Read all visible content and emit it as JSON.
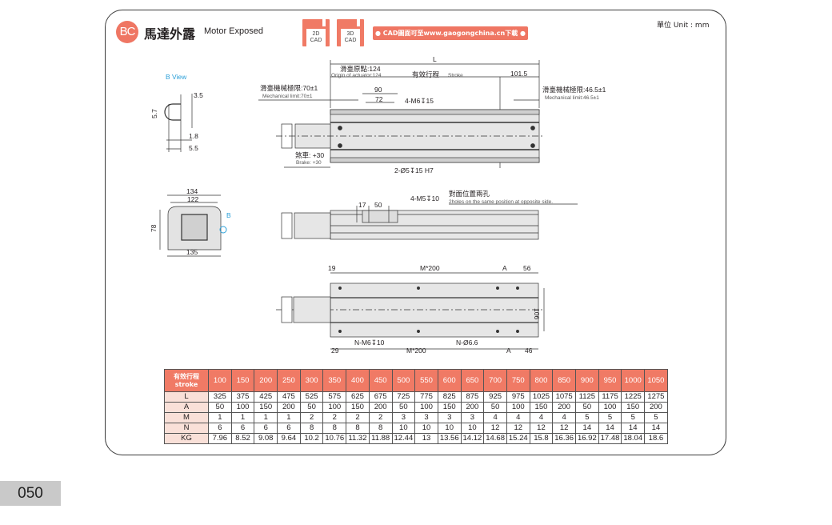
{
  "header": {
    "badge": "BC",
    "title_zh": "馬達外露",
    "title_en": "Motor Exposed",
    "unit": "單位 Unit : mm",
    "cad_2d": [
      "2D",
      "CAD"
    ],
    "cad_3d": [
      "3D",
      "CAD"
    ],
    "cad_link": "● CAD圖面可至www.gaogongchina.cn下載 ●"
  },
  "drawing": {
    "b_view": "B  View",
    "bview_dims": {
      "d35": "3.5",
      "d57": "5.7",
      "d18": "1.8",
      "d55": "5.5"
    },
    "end_view": {
      "d134": "134",
      "d122": "122",
      "d78": "78",
      "d135": "135",
      "b": "B"
    },
    "top": {
      "L": "L",
      "origin_zh": "滑臺原點:124",
      "origin_en": "Origin of actuator:124",
      "stroke_zh": "有效行程",
      "stroke_en": "Stroke",
      "d1015": "101.5",
      "mech_left_zh": "滑臺機械極限:70±1",
      "mech_left_en": "Mechanical limit:70±1",
      "mech_right_zh": "滑臺機械極限:46.5±1",
      "mech_right_en": "Mechanical limit:46.5±1",
      "d90": "90",
      "d72": "72",
      "m6": "4-M6↧15",
      "brake_zh": "煞車: +30",
      "brake_en": "Brake: +30",
      "pin": "2-Ø5↧15 H7"
    },
    "side": {
      "d17": "17",
      "d50": "50",
      "m5": "4-M5↧10",
      "opp_zh": "對面位置兩孔",
      "opp_en": "2holes on the same position at opposite side."
    },
    "bottom": {
      "d19": "19",
      "m200_top": "M*200",
      "a_top": "A",
      "d56": "56",
      "d106": "106",
      "nm6": "N-M6↧10",
      "n66": "N-Ø6.6",
      "d29": "29",
      "m200_bot": "M*200",
      "a_bot": "A",
      "d46": "46"
    }
  },
  "spec_table": {
    "header_zh": "有效行程",
    "header_en": "stroke",
    "strokes": [
      "100",
      "150",
      "200",
      "250",
      "300",
      "350",
      "400",
      "450",
      "500",
      "550",
      "600",
      "650",
      "700",
      "750",
      "800",
      "850",
      "900",
      "950",
      "1000",
      "1050"
    ],
    "rows": [
      {
        "label": "L",
        "values": [
          "325",
          "375",
          "425",
          "475",
          "525",
          "575",
          "625",
          "675",
          "725",
          "775",
          "825",
          "875",
          "925",
          "975",
          "1025",
          "1075",
          "1125",
          "1175",
          "1225",
          "1275"
        ]
      },
      {
        "label": "A",
        "values": [
          "50",
          "100",
          "150",
          "200",
          "50",
          "100",
          "150",
          "200",
          "50",
          "100",
          "150",
          "200",
          "50",
          "100",
          "150",
          "200",
          "50",
          "100",
          "150",
          "200"
        ]
      },
      {
        "label": "M",
        "values": [
          "1",
          "1",
          "1",
          "1",
          "2",
          "2",
          "2",
          "2",
          "3",
          "3",
          "3",
          "3",
          "4",
          "4",
          "4",
          "4",
          "5",
          "5",
          "5",
          "5"
        ]
      },
      {
        "label": "N",
        "values": [
          "6",
          "6",
          "6",
          "6",
          "8",
          "8",
          "8",
          "8",
          "10",
          "10",
          "10",
          "10",
          "12",
          "12",
          "12",
          "12",
          "14",
          "14",
          "14",
          "14"
        ]
      },
      {
        "label": "KG",
        "values": [
          "7.96",
          "8.52",
          "9.08",
          "9.64",
          "10.2",
          "10.76",
          "11.32",
          "11.88",
          "12.44",
          "13",
          "13.56",
          "14.12",
          "14.68",
          "15.24",
          "15.8",
          "16.36",
          "16.92",
          "17.48",
          "18.04",
          "18.6"
        ]
      }
    ]
  },
  "page_number": "050",
  "colors": {
    "accent": "#f07a65",
    "label_bg": "#f9e0d8",
    "blue": "#2a9fd8"
  }
}
